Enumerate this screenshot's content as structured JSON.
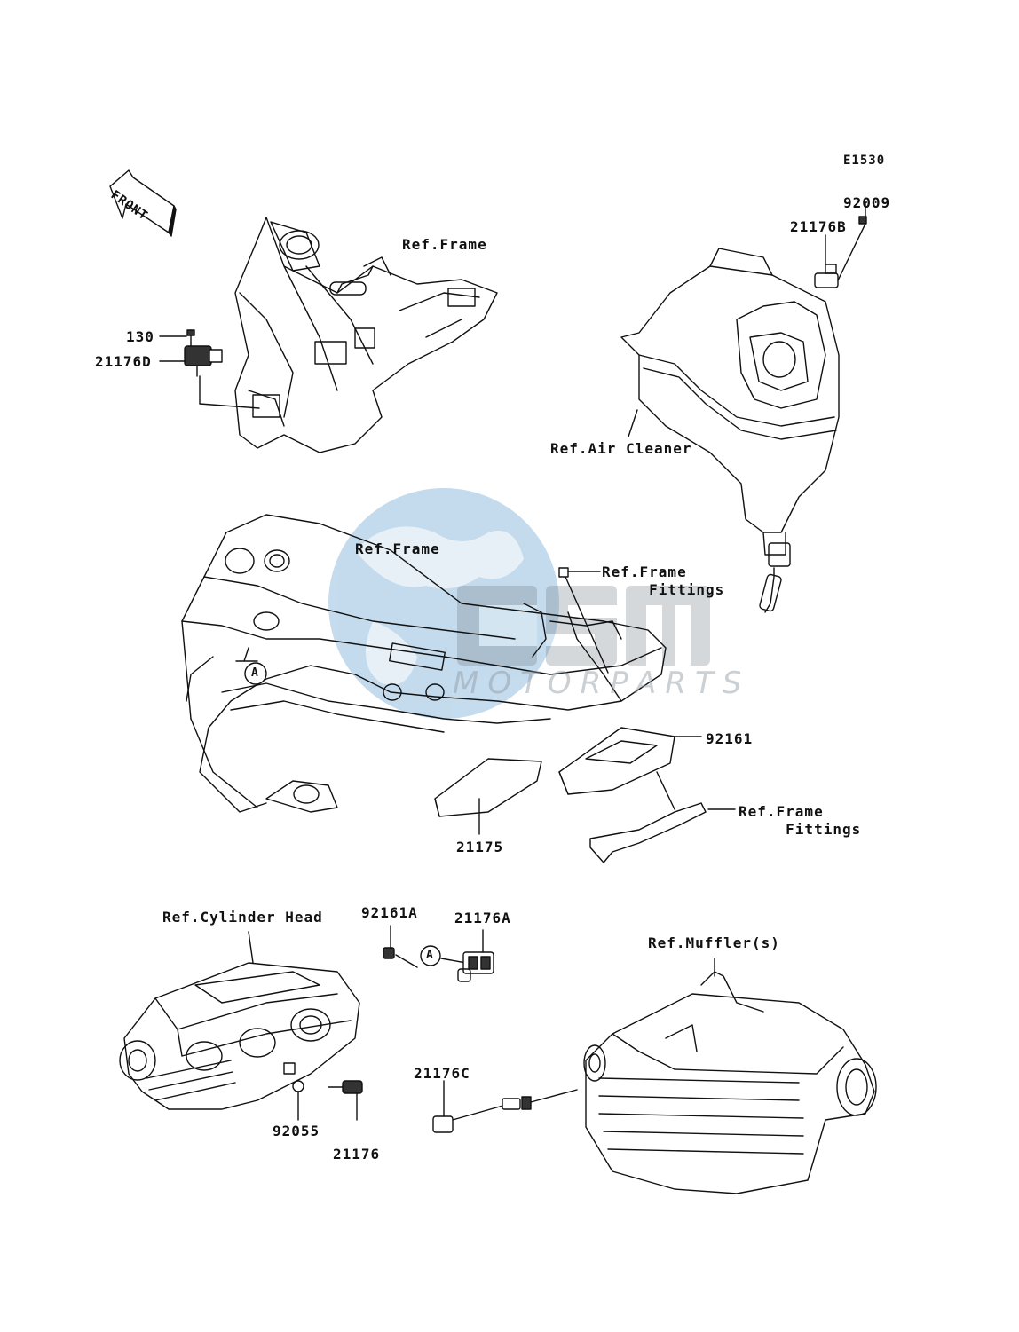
{
  "diagram": {
    "code": "E1530",
    "front_arrow_label": "FRONT",
    "callouts": {
      "ref_frame_top": "Ref.Frame",
      "p92009": "92009",
      "p21176B": "21176B",
      "p130": "130",
      "p21176D": "21176D",
      "ref_air_cleaner": "Ref.Air Cleaner",
      "ref_frame_mid": "Ref.Frame",
      "ref_frame_fittings_1": "Ref.Frame\n     Fittings",
      "p92161": "92161",
      "ref_frame_fittings_2": "Ref.Frame\n     Fittings",
      "p21175": "21175",
      "p92161A": "92161A",
      "p21176A": "21176A",
      "ref_cylinder_head": "Ref.Cylinder Head",
      "ref_mufflers": "Ref.Muffler(s)",
      "p21176C": "21176C",
      "p92055": "92055",
      "p21176": "21176",
      "marker_a_1": "A",
      "marker_a_2": "A"
    },
    "watermark": {
      "brand": "CMS",
      "sub": "MOTORPARTS",
      "colors": {
        "globe": "#2f7fc1",
        "text": "#8c96a0"
      }
    }
  }
}
